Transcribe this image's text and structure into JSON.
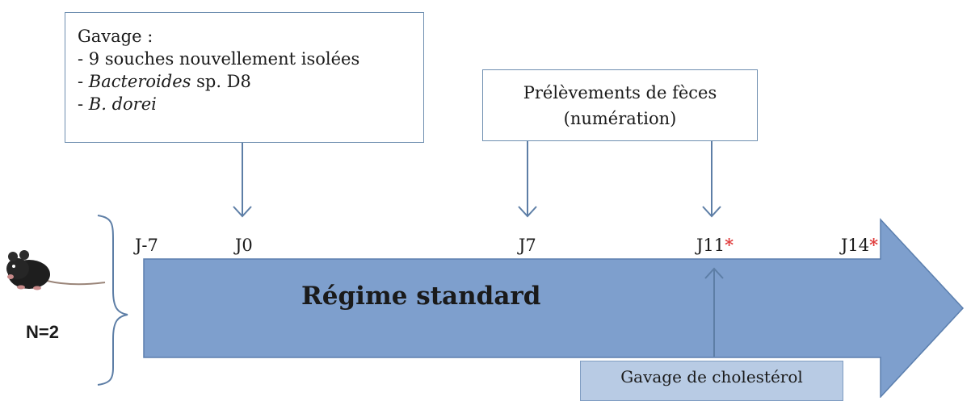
{
  "box_gavage": {
    "heading": "Gavage :",
    "lines": [
      {
        "prefix": "- ",
        "italic": "",
        "rest": "9 souches nouvellement isolées"
      },
      {
        "prefix": "- ",
        "italic": "Bacteroides",
        "rest": " sp. D8"
      },
      {
        "prefix": "- ",
        "italic": "B. dorei",
        "rest": ""
      }
    ]
  },
  "box_feces": {
    "line1": "Prélèvements de fèces",
    "line2": "(numération)"
  },
  "timeline": {
    "days": [
      {
        "label": "J-7",
        "star": ""
      },
      {
        "label": "J0",
        "star": ""
      },
      {
        "label": "J7",
        "star": ""
      },
      {
        "label": "J11",
        "star": "*"
      },
      {
        "label": "J14",
        "star": "*"
      }
    ],
    "bar_label": "Régime standard"
  },
  "group": {
    "count_label": "N=2"
  },
  "box_cholesterol": {
    "label": "Gavage de cholestérol"
  },
  "colors": {
    "arrow_fill": "#7e9fcd",
    "arrow_stroke": "#5b7fae",
    "connector": "#5d7ea6",
    "star": "#e03c3c"
  }
}
